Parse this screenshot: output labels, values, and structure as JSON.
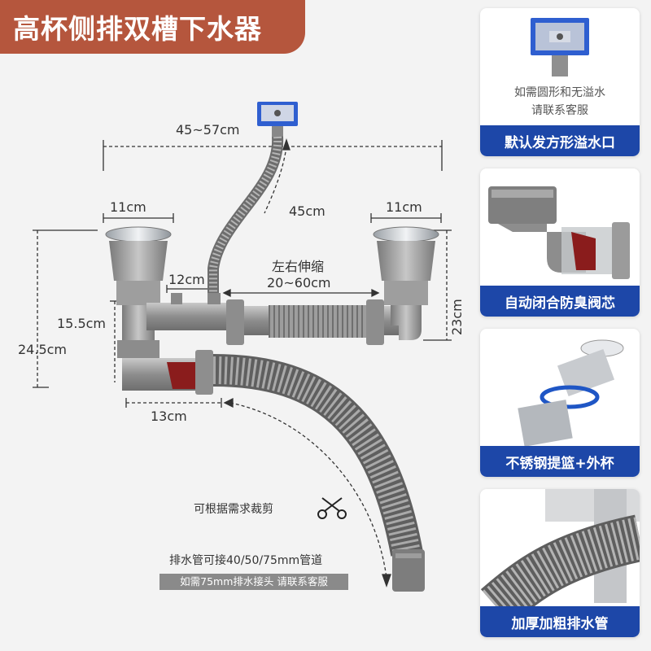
{
  "header": {
    "title": "高杯侧排双槽下水器"
  },
  "dimensions": {
    "overflow_span": "45~57cm",
    "overflow_hose": "45cm",
    "left_basket": "11cm",
    "right_basket": "11cm",
    "telescopic_title": "左右伸缩",
    "telescopic_range": "20~60cm",
    "pipe_offset": "12cm",
    "height_mid": "15.5cm",
    "height_total": "24.5cm",
    "height_right": "23cm",
    "outlet_width": "13cm"
  },
  "notes": {
    "cut": "可根据需求裁剪",
    "drain_pipe": "排水管可接40/50/75mm管道",
    "contact": "如需75mm排水接头 请联系客服"
  },
  "cards": [
    {
      "caption": "默认发方形溢水口",
      "note_line1": "如需圆形和无溢水",
      "note_line2": "请联系客服"
    },
    {
      "caption": "自动闭合防臭阀芯"
    },
    {
      "caption": "不锈钢提篮+外杯"
    },
    {
      "caption": "加厚加粗排水管"
    }
  ],
  "colors": {
    "title_bg": "#b5563d",
    "caption_bg": "#1d47a8",
    "pipe": "#9a9a9a"
  }
}
